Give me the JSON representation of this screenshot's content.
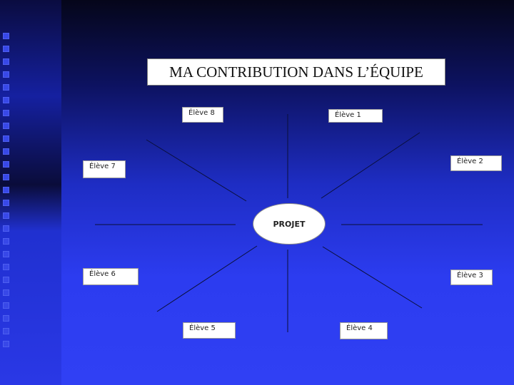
{
  "slide": {
    "title": "MA CONTRIBUTION DANS L’ÉQUIPE",
    "center_label": "PROJET",
    "students": [
      {
        "id": 1,
        "label": "Élève 1"
      },
      {
        "id": 2,
        "label": "Élève 2"
      },
      {
        "id": 3,
        "label": "Élève 3"
      },
      {
        "id": 4,
        "label": "Élève 4"
      },
      {
        "id": 5,
        "label": "Élève 5"
      },
      {
        "id": 6,
        "label": "Élève 6"
      },
      {
        "id": 7,
        "label": "Élève 7"
      },
      {
        "id": 8,
        "label": "Élève 8"
      }
    ]
  },
  "colors": {
    "background_top": "#05061a",
    "background_bottom": "#3040f4",
    "box_fill": "#ffffff",
    "line_color": "#0a0f3a"
  }
}
